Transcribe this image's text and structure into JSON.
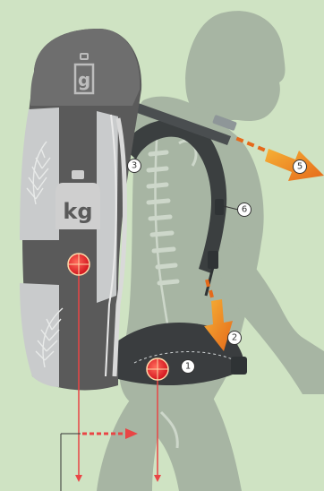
{
  "weights": {
    "small": "g",
    "large": "kg"
  },
  "callouts": [
    "1",
    "2",
    "3",
    "5",
    "6"
  ],
  "colors": {
    "background": "#cfe3c3",
    "silhouette": "#a7b5a3",
    "pack_dark": "#5a5a5a",
    "pack_light": "#c9cbcc",
    "strap": "#3b3f40",
    "arrow": "#f0921e",
    "center_of_gravity": "#e6202a",
    "force_line": "#e94545"
  },
  "icons": [
    "small-weight-icon",
    "large-weight-icon",
    "center-of-gravity-icon",
    "feather-icon",
    "force-arrow-icon"
  ]
}
